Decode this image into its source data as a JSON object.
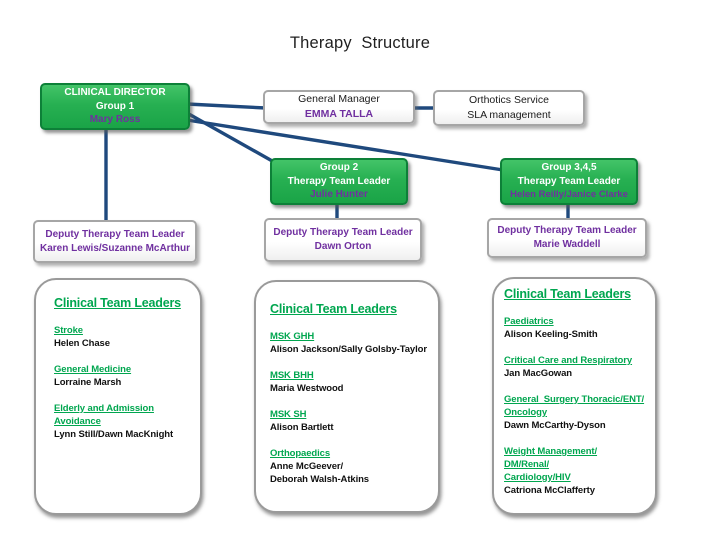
{
  "title": "Therapy  Structure",
  "colors": {
    "node_green": "#27b052",
    "accent_purple": "#7030a0",
    "connector_navy": "#1f497d",
    "list_green": "#00a64f"
  },
  "nodes": {
    "clinical_director": {
      "line1": "CLINICAL DIRECTOR",
      "line2": "Group 1",
      "name": "Mary Ross"
    },
    "general_manager": {
      "line1": "General Manager",
      "name": "EMMA TALLA"
    },
    "orthotics": {
      "line1": "Orthotics Service",
      "line2": "SLA management"
    },
    "group2": {
      "line1": "Group 2",
      "line2": "Therapy Team Leader",
      "name": "Julie Hunter"
    },
    "group345": {
      "line1": "Group 3,4,5",
      "line2": "Therapy Team Leader",
      "name": "Helen Reilly/Janice Clarke"
    },
    "deputy_group1": {
      "line1": "Deputy Therapy Team Leader",
      "line2": "Karen Lewis/Suzanne McArthur"
    },
    "deputy_group2": {
      "line1": "Deputy Therapy Team Leader",
      "line2": "Dawn Orton"
    },
    "deputy_group345": {
      "line1": "Deputy Therapy Team Leader",
      "line2": "Marie Waddell"
    }
  },
  "teams": [
    {
      "heading": "Clinical Team Leaders",
      "entries": [
        {
          "label": [
            "Stroke"
          ],
          "names": [
            "Helen Chase"
          ]
        },
        {
          "label": [
            "General Medicine"
          ],
          "names": [
            "Lorraine Marsh"
          ]
        },
        {
          "label": [
            "Elderly and Admission",
            "Avoidance"
          ],
          "names": [
            "Lynn Still/Dawn MacKnight"
          ]
        }
      ]
    },
    {
      "heading": "Clinical Team Leaders",
      "entries": [
        {
          "label": [
            "MSK GHH"
          ],
          "names": [
            "Alison Jackson/Sally Golsby-Taylor"
          ]
        },
        {
          "label": [
            "MSK BHH"
          ],
          "names": [
            "Maria Westwood"
          ]
        },
        {
          "label": [
            "MSK SH"
          ],
          "names": [
            "Alison Bartlett"
          ]
        },
        {
          "label": [
            "Orthopaedics"
          ],
          "names": [
            "Anne McGeever/",
            "Deborah Walsh-Atkins"
          ]
        }
      ]
    },
    {
      "heading": "Clinical Team Leaders",
      "entries": [
        {
          "label": [
            "Paediatrics"
          ],
          "names": [
            "Alison Keeling-Smith"
          ]
        },
        {
          "label": [
            "Critical Care and Respiratory"
          ],
          "names": [
            "Jan MacGowan"
          ]
        },
        {
          "label": [
            "General  Surgery Thoracic/ENT/",
            "Oncology"
          ],
          "names": [
            "Dawn McCarthy-Dyson"
          ]
        },
        {
          "label": [
            "Weight Management/",
            "DM/Renal/",
            "Cardiology/HIV"
          ],
          "names": [
            "Catriona McClafferty"
          ]
        }
      ]
    }
  ]
}
